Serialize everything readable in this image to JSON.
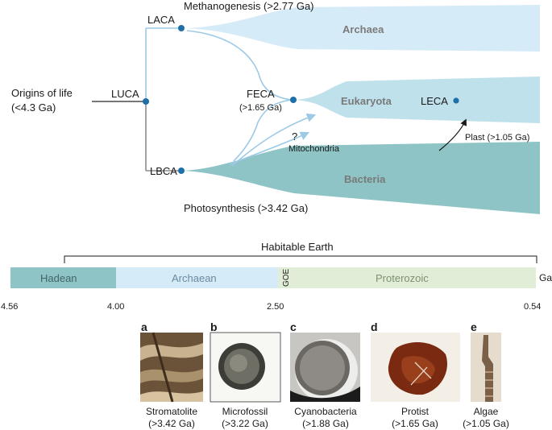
{
  "tree": {
    "origins": [
      "Origins of life",
      "(<4.3 Ga)"
    ],
    "nodes": {
      "luca": "LUCA",
      "laca": "LACA",
      "lbca": "LBCA",
      "feca": "FECA",
      "feca_age": "(>1.65 Ga)",
      "leca": "LECA"
    },
    "events": {
      "methanogenesis": "Methanogenesis (>2.77 Ga)",
      "photosynthesis": "Photosynthesis (>3.42 Ga)",
      "mitochondria": "Mitochondria",
      "question": "?",
      "plast": "Plast (>1.05 Ga)"
    },
    "lineages": {
      "archaea": "Archaea",
      "eukaryota": "Eukaryota",
      "bacteria": "Bacteria"
    }
  },
  "timeline": {
    "habitable": "Habitable Earth",
    "eons": [
      "Hadean",
      "Archaean",
      "Proterozoic"
    ],
    "goe": "GOE",
    "unit": "Ga",
    "ticks": [
      "4.56",
      "4.00",
      "2.50",
      "0.54"
    ]
  },
  "fossils": [
    {
      "letter": "a",
      "name": "Stromatolite",
      "age": "(>3.42 Ga)"
    },
    {
      "letter": "b",
      "name": "Microfossil",
      "age": "(>3.22 Ga)"
    },
    {
      "letter": "c",
      "name": "Cyanobacteria",
      "age": "(>1.88 Ga)"
    },
    {
      "letter": "d",
      "name": "Protist",
      "age": "(>1.65 Ga)"
    },
    {
      "letter": "e",
      "name": "Algae",
      "age": "(>1.05 Ga)"
    }
  ],
  "colors": {
    "archaea": "#d6ebf8",
    "eukaryota": "#bfe1ec",
    "bacteria": "#8ec4c5",
    "hadean": "#8ec4c5",
    "archaean": "#d6ebf8",
    "proterozoic": "#e1edd6",
    "node": "#1f6fa8",
    "branch": "#9cc9e6"
  }
}
